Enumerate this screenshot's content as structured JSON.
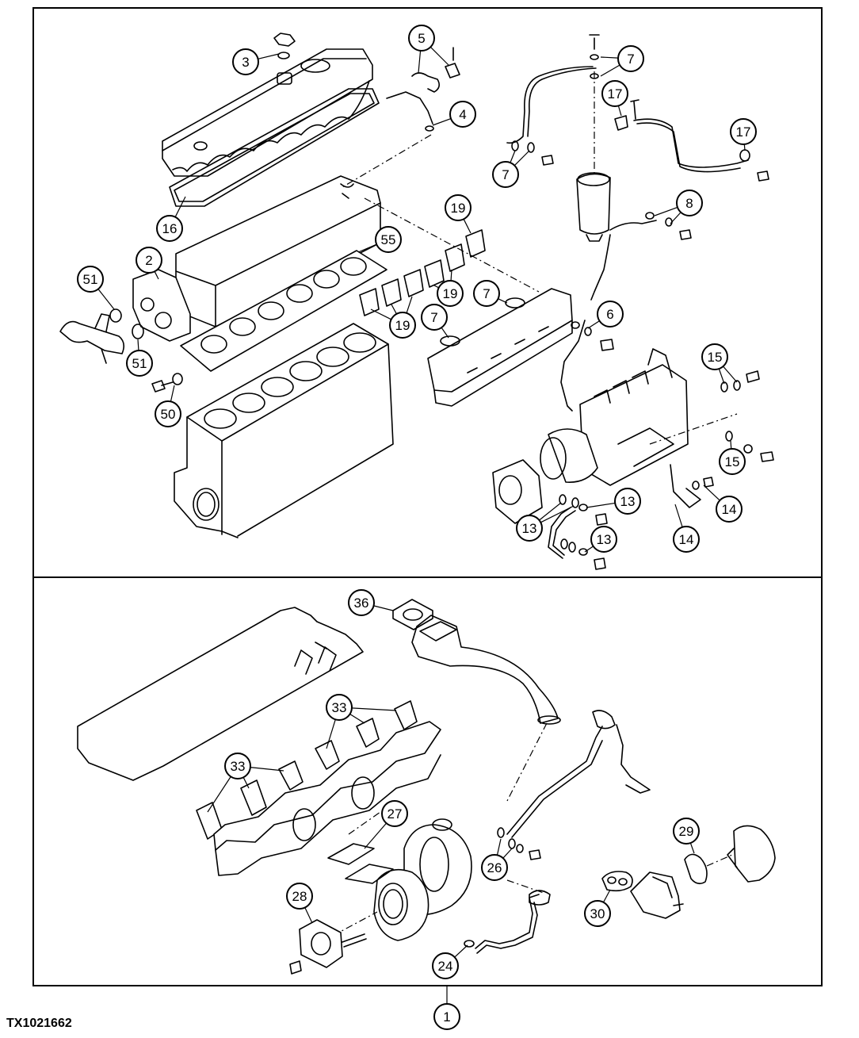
{
  "figure_id": "TX1021662",
  "callouts": [
    {
      "id": "c3",
      "label": "3"
    },
    {
      "id": "c5",
      "label": "5"
    },
    {
      "id": "c4",
      "label": "4"
    },
    {
      "id": "c7a",
      "label": "7"
    },
    {
      "id": "c17a",
      "label": "17"
    },
    {
      "id": "c17b",
      "label": "17"
    },
    {
      "id": "c7b",
      "label": "7"
    },
    {
      "id": "c8",
      "label": "8"
    },
    {
      "id": "c16",
      "label": "16"
    },
    {
      "id": "c19a",
      "label": "19"
    },
    {
      "id": "c2",
      "label": "2"
    },
    {
      "id": "c55",
      "label": "55"
    },
    {
      "id": "c51a",
      "label": "51"
    },
    {
      "id": "c19b",
      "label": "19"
    },
    {
      "id": "c7c",
      "label": "7"
    },
    {
      "id": "c7d",
      "label": "7"
    },
    {
      "id": "c19c",
      "label": "19"
    },
    {
      "id": "c51b",
      "label": "51"
    },
    {
      "id": "c6",
      "label": "6"
    },
    {
      "id": "c15a",
      "label": "15"
    },
    {
      "id": "c50",
      "label": "50"
    },
    {
      "id": "c15b",
      "label": "15"
    },
    {
      "id": "c13a",
      "label": "13"
    },
    {
      "id": "c14a",
      "label": "14"
    },
    {
      "id": "c13b",
      "label": "13"
    },
    {
      "id": "c13c",
      "label": "13"
    },
    {
      "id": "c14b",
      "label": "14"
    },
    {
      "id": "c36",
      "label": "36"
    },
    {
      "id": "c33a",
      "label": "33"
    },
    {
      "id": "c33b",
      "label": "33"
    },
    {
      "id": "c27",
      "label": "27"
    },
    {
      "id": "c29",
      "label": "29"
    },
    {
      "id": "c26",
      "label": "26"
    },
    {
      "id": "c28",
      "label": "28"
    },
    {
      "id": "c30",
      "label": "30"
    },
    {
      "id": "c24",
      "label": "24"
    },
    {
      "id": "c1",
      "label": "1"
    }
  ]
}
